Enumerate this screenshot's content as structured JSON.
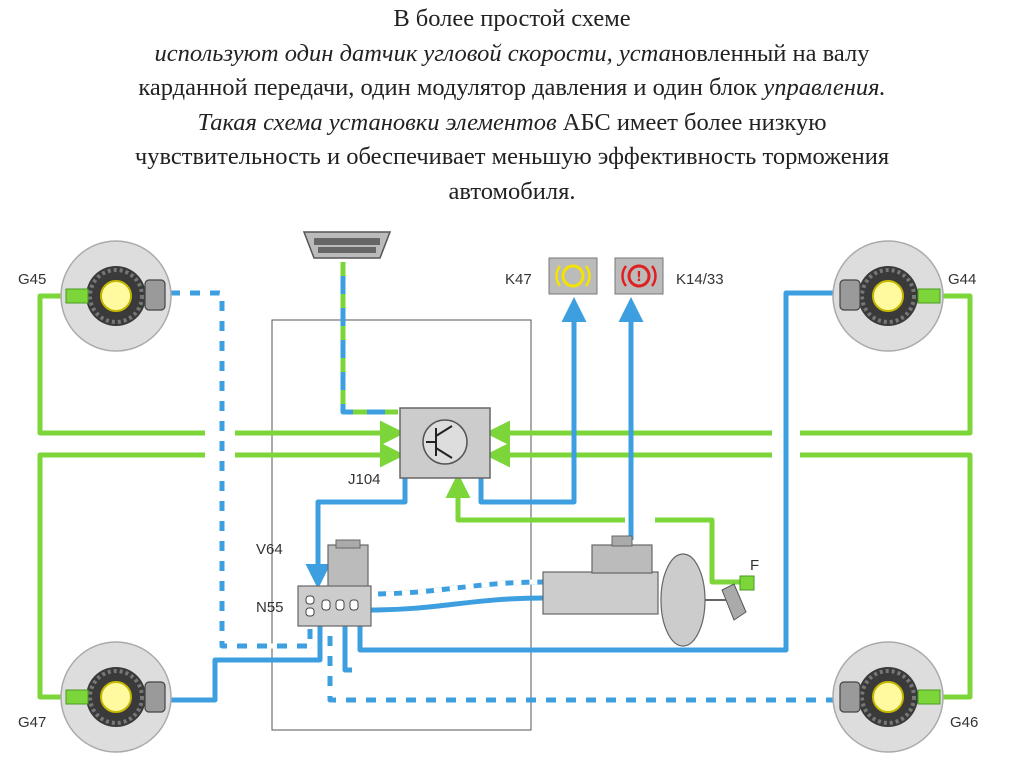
{
  "text": {
    "line1": "В более простой схеме",
    "line2_italic": "используют один датчик угловой скорости, уста",
    "line2_normal": "новленный на валу",
    "line3_normal": "карданной передачи, один модулятор давления и один блок ",
    "line3_italic": "управления.",
    "line4_italic": "Такая схема установки элементов",
    "line4_normal": " АБС имеет более низкую",
    "line5": "чувствительность и обеспечивает меньшую эффективность торможения",
    "line6": "автомобиля."
  },
  "labels": {
    "g45": "G45",
    "g44": "G44",
    "g47": "G47",
    "g46": "G46",
    "k47": "K47",
    "k14_33": "K14/33",
    "j104": "J104",
    "v64": "V64",
    "n55": "N55",
    "f": "F"
  },
  "colors": {
    "sensor_wire": "#7cd63a",
    "electrical_wire": "#3d9fe0",
    "k47_lamp": "#f3e400",
    "k14_lamp": "#e02020"
  }
}
